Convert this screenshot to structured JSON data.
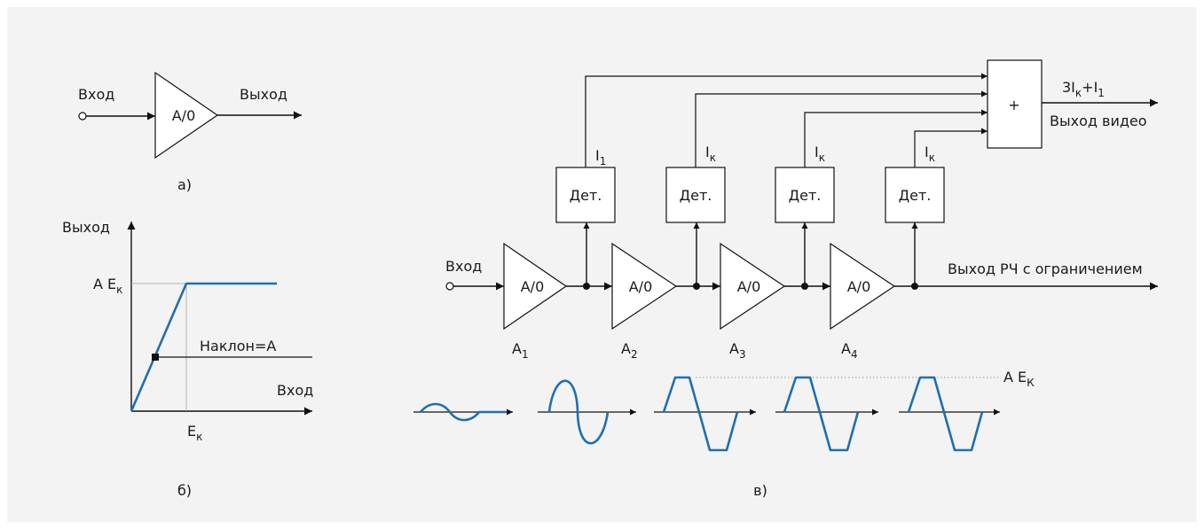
{
  "diagram_a": {
    "input_label": "Вход",
    "output_label": "Выход",
    "amp_label": "A/0",
    "caption": "а)"
  },
  "diagram_b": {
    "y_axis_label": "Выход",
    "x_axis_label": "Вход",
    "level_label_main": "A E",
    "level_label_sub": "к",
    "slope_label": "Наклон=A",
    "knee_label_main": "E",
    "knee_label_sub": "к",
    "caption": "б)"
  },
  "diagram_c": {
    "input_label": "Вход",
    "amplifiers": [
      {
        "label": "A/0",
        "name_main": "A",
        "name_sub": "1"
      },
      {
        "label": "A/0",
        "name_main": "A",
        "name_sub": "2"
      },
      {
        "label": "A/0",
        "name_main": "A",
        "name_sub": "3"
      },
      {
        "label": "A/0",
        "name_main": "A",
        "name_sub": "4"
      }
    ],
    "detectors": [
      {
        "label": "Дет.",
        "current_main": "I",
        "current_sub": "1"
      },
      {
        "label": "Дет.",
        "current_main": "I",
        "current_sub": "к"
      },
      {
        "label": "Дет.",
        "current_main": "I",
        "current_sub": "к"
      },
      {
        "label": "Дет.",
        "current_main": "I",
        "current_sub": "к"
      }
    ],
    "summer_label": "+",
    "sum_formula": {
      "p1": "3I",
      "s1": "к",
      "p2": "+I",
      "s2": "1"
    },
    "video_output_label": "Выход видео",
    "rf_output_label": "Выход РЧ с ограничением",
    "limit_label_main": "A E",
    "limit_label_sub": "К",
    "caption": "в)"
  },
  "colors": {
    "background": "#f3f3f3",
    "signal": "#1f6fb0",
    "line": "#111111",
    "guide": "#b5b5b5"
  }
}
